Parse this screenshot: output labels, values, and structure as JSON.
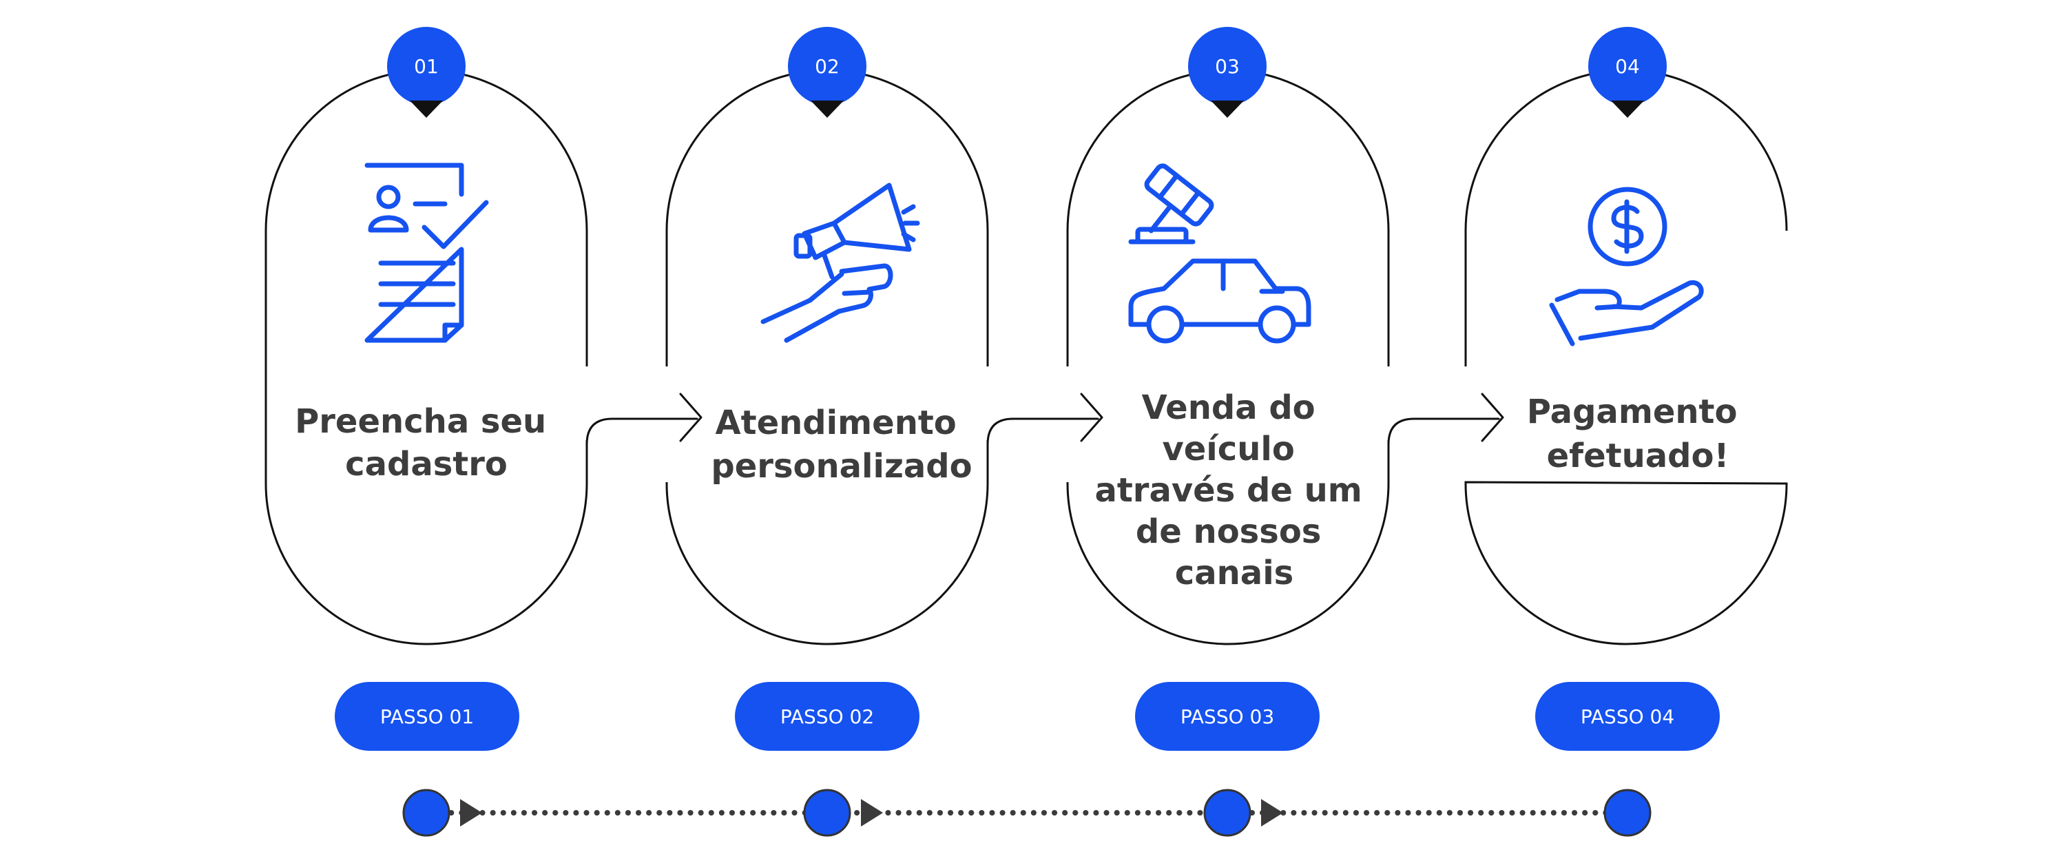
{
  "colors": {
    "accent": "#1552ef",
    "outline": "#111111",
    "text": "#3d3d3d",
    "timeline": "#3b3b3b"
  },
  "steps": [
    {
      "number": "01",
      "title_lines": [
        "Preencha seu",
        "cadastro"
      ],
      "badge": "PASSO 01",
      "icon": "form-checkmark-icon"
    },
    {
      "number": "02",
      "title_lines": [
        "Atendimento",
        "personalizado"
      ],
      "badge": "PASSO 02",
      "icon": "megaphone-icon"
    },
    {
      "number": "03",
      "title_lines": [
        "Venda  do",
        "veículo",
        "através de um",
        "de nossos",
        "canais"
      ],
      "badge": "PASSO 03",
      "icon": "gavel-car-icon"
    },
    {
      "number": "04",
      "title_lines": [
        "Pagamento",
        "efetuado!"
      ],
      "badge": "PASSO 04",
      "icon": "money-hand-icon"
    }
  ]
}
